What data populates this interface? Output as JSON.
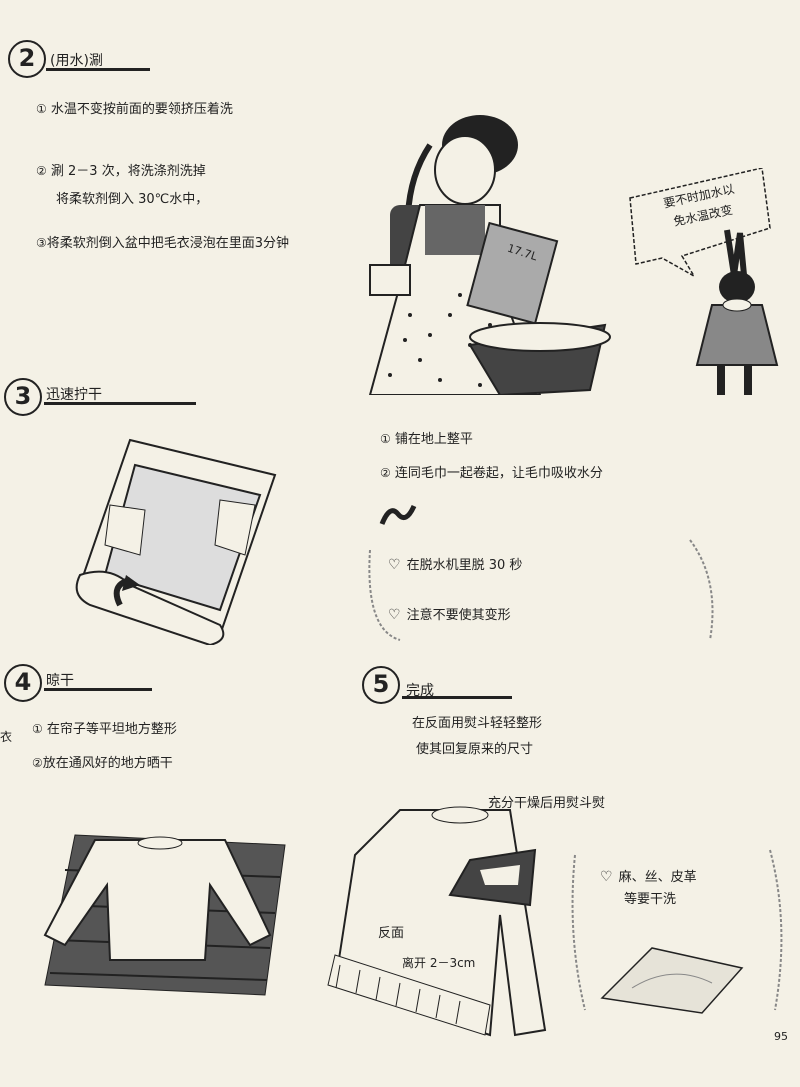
{
  "steps": [
    {
      "num": "2",
      "title": "(用水)涮",
      "lines": [
        {
          "mark": "①",
          "text": "水温不变按前面的要领挤压着洗"
        },
        {
          "mark": "②",
          "text": "涮 2－3 次，将洗涤剂洗掉"
        },
        {
          "mark": "",
          "text": "将柔软剂倒入 30℃水中，"
        },
        {
          "mark": "③",
          "text": "将柔软剂倒入盆中把毛衣浸泡在里面3分钟"
        }
      ]
    },
    {
      "num": "3",
      "title": "迅速拧干",
      "lines": [
        {
          "mark": "①",
          "text": "铺在地上整平"
        },
        {
          "mark": "②",
          "text": "连同毛巾一起卷起，让毛巾吸收水分"
        }
      ]
    },
    {
      "num": "4",
      "title": "晾干",
      "lines": [
        {
          "mark": "①",
          "text": "在帘子等平坦地方整形"
        },
        {
          "mark": "②",
          "text": "放在通风好的地方晒干"
        }
      ]
    },
    {
      "num": "5",
      "title": "完成",
      "lines": [
        {
          "mark": "",
          "text": "在反面用熨斗轻轻整形"
        },
        {
          "mark": "",
          "text": "使其回复原来的尺寸"
        }
      ]
    }
  ],
  "bubble": {
    "line1": "要不时加水以",
    "line2": "免水温改变"
  },
  "tub_label": "17.7L",
  "notes": {
    "spin": "在脱水机里脱 30 秒",
    "shape": "注意不要使其变形",
    "iron_after_dry": "充分干燥后用熨斗熨",
    "dry_clean_1": "麻、丝、皮革",
    "dry_clean_2": "等要干洗"
  },
  "sweater_labels": {
    "reverse": "反面",
    "distance": "离开 2－3cm"
  },
  "margin_text": "衣",
  "page_number": "95",
  "heart_symbol": "♡",
  "colors": {
    "ink": "#222222",
    "paper": "#f4f1e6",
    "shade": "#555555"
  }
}
